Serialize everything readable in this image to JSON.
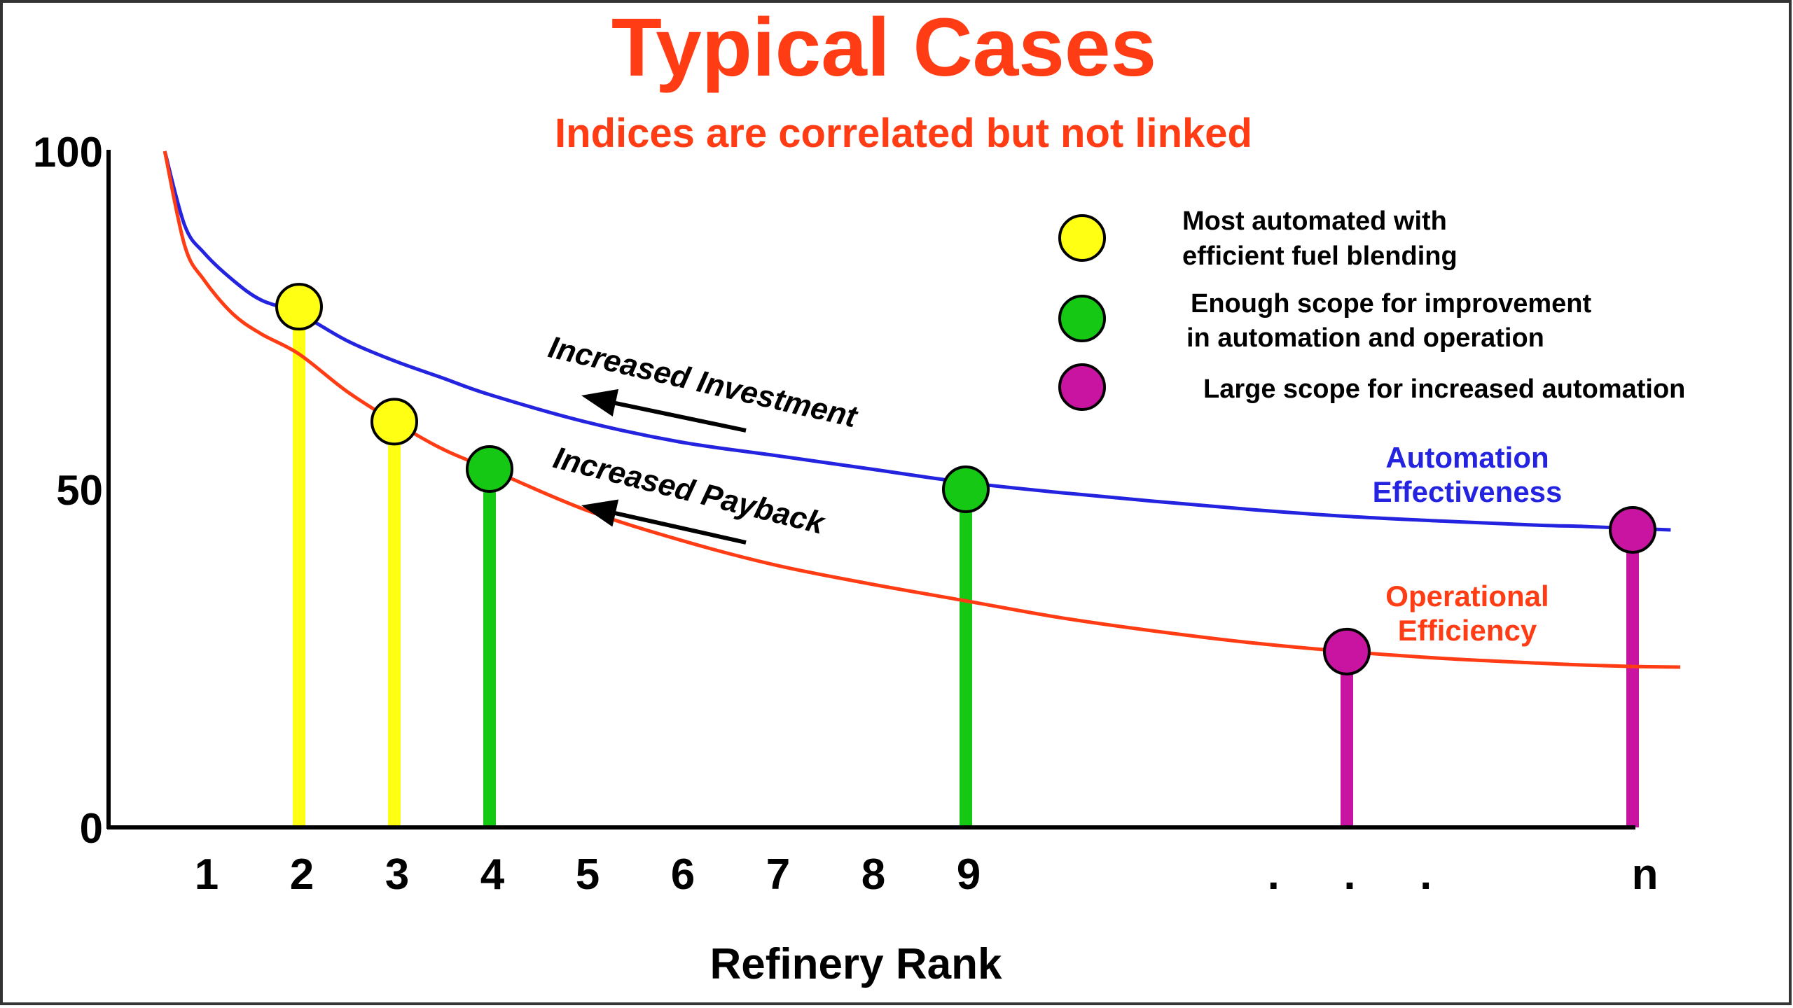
{
  "chart_data": {
    "type": "line",
    "title": "Typical Cases",
    "subtitle": "Indices are correlated but not linked",
    "xlabel": "Refinery Rank",
    "ylabel": "",
    "ylim": [
      0,
      100
    ],
    "yticks": [
      "0",
      "50",
      "100"
    ],
    "xticks": [
      {
        "label": "1",
        "x": 1
      },
      {
        "label": "2",
        "x": 2
      },
      {
        "label": "3",
        "x": 3
      },
      {
        "label": "4",
        "x": 4
      },
      {
        "label": "5",
        "x": 5
      },
      {
        "label": "6",
        "x": 6
      },
      {
        "label": "7",
        "x": 7
      },
      {
        "label": "8",
        "x": 8
      },
      {
        "label": "9",
        "x": 9
      },
      {
        "label": ".",
        "x": 12.2
      },
      {
        "label": ".",
        "x": 13.0
      },
      {
        "label": ".",
        "x": 13.8
      },
      {
        "label": "n",
        "x": 16.1
      }
    ],
    "series": [
      {
        "name": "Automation Effectiveness",
        "color": "#2323e0",
        "x": [
          0.59,
          0.8,
          1.0,
          1.3,
          1.6,
          2.0,
          2.5,
          3.0,
          3.5,
          4.0,
          5.0,
          6.0,
          7.0,
          8.0,
          9.0,
          10.0,
          11.0,
          12.0,
          13.0,
          14.0,
          15.0,
          15.5,
          16.0,
          16.4
        ],
        "y": [
          100,
          89,
          85,
          81,
          78,
          76,
          72,
          69,
          66.5,
          64,
          60,
          57,
          55,
          53,
          51,
          49.5,
          48.2,
          47,
          46,
          45.3,
          44.7,
          44.5,
          44.2,
          44
        ]
      },
      {
        "name": "Operational Efficiency",
        "color": "#ff3c14",
        "x": [
          0.59,
          0.8,
          1.0,
          1.3,
          1.6,
          2.0,
          2.5,
          3.0,
          3.5,
          4.0,
          5.0,
          6.0,
          7.0,
          8.0,
          9.0,
          10.0,
          11.0,
          12.0,
          13.0,
          14.0,
          15.0,
          15.5,
          16.0,
          16.5
        ],
        "y": [
          100,
          86,
          81,
          76,
          73,
          70,
          64.5,
          60,
          56,
          53,
          47,
          42.5,
          38.8,
          36,
          33.5,
          31,
          29,
          27.3,
          26,
          25,
          24.3,
          24,
          23.8,
          23.7
        ]
      }
    ],
    "markers": [
      {
        "x": 2,
        "y": 77,
        "category": "most_automated"
      },
      {
        "x": 3,
        "y": 60,
        "category": "most_automated"
      },
      {
        "x": 4,
        "y": 53,
        "category": "enough_scope"
      },
      {
        "x": 9,
        "y": 50,
        "category": "enough_scope"
      },
      {
        "x": 13.0,
        "y": 26,
        "category": "large_scope"
      },
      {
        "x": 16.0,
        "y": 44,
        "category": "large_scope"
      }
    ],
    "legend": {
      "placement": "top-right",
      "items": [
        {
          "category": "most_automated",
          "color": "#ffff14",
          "lines": [
            "Most automated with",
            "efficient fuel blending"
          ]
        },
        {
          "category": "enough_scope",
          "color": "#14c814",
          "lines": [
            "Enough scope for improvement",
            "in automation and operation"
          ]
        },
        {
          "category": "large_scope",
          "color": "#c814a0",
          "lines": [
            "Large scope for increased automation"
          ]
        }
      ]
    },
    "annotations": [
      {
        "text": "Increased Investment",
        "direction": "left-arrow",
        "near": "Automation Effectiveness"
      },
      {
        "text": "Increased Payback",
        "direction": "left-arrow",
        "near": "Operational Efficiency"
      }
    ],
    "series_labels": [
      {
        "series": "Automation Effectiveness",
        "lines": [
          "Automation",
          "Effectiveness"
        ],
        "color": "#2323e0"
      },
      {
        "series": "Operational Efficiency",
        "lines": [
          "Operational",
          "Efficiency"
        ],
        "color": "#ff3c14"
      }
    ]
  }
}
